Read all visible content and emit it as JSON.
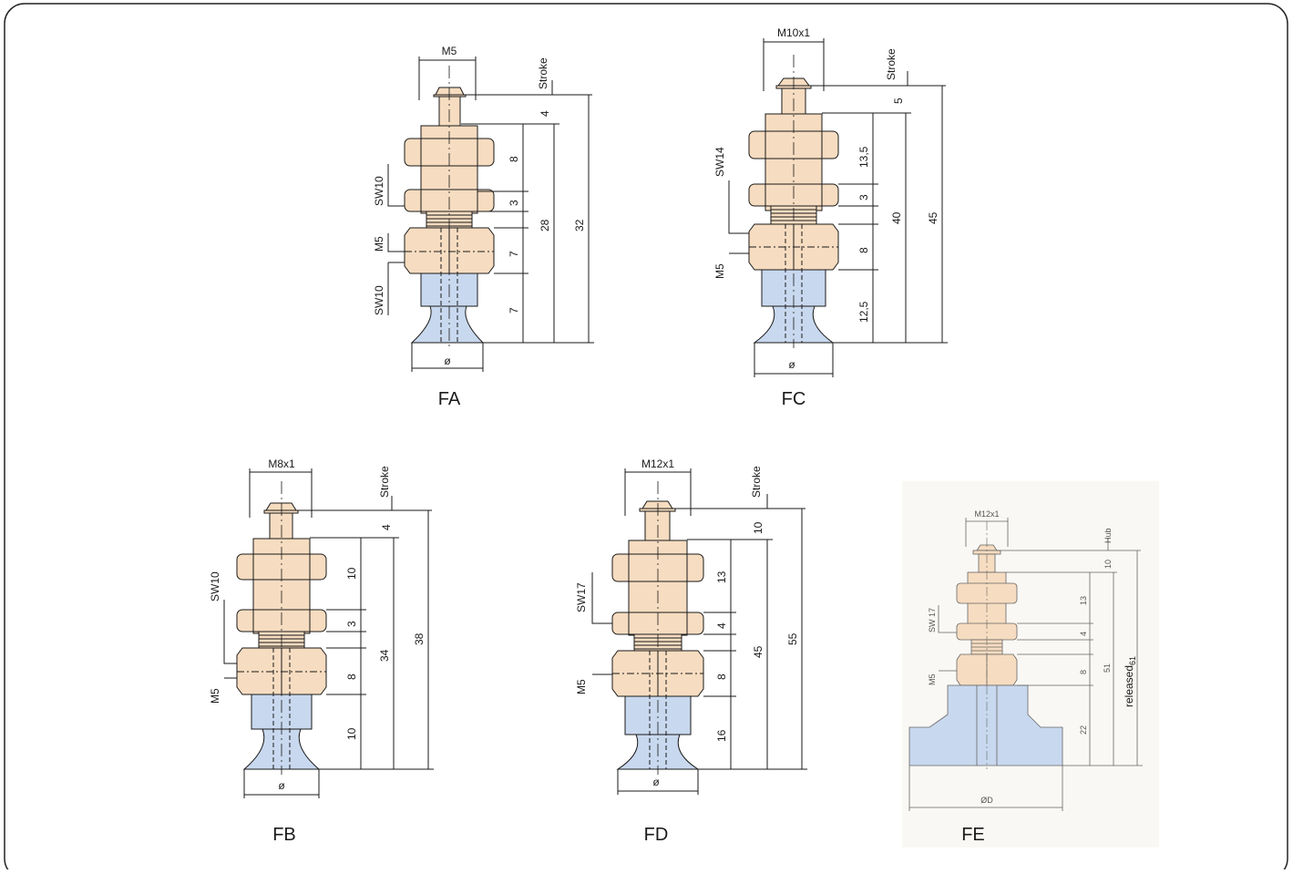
{
  "colors": {
    "brass": "#f6dcc0",
    "rubber": "#c8d8ee",
    "line": "#1a1a1a",
    "panel_bg": "#ffffff",
    "fe_bg": "#f9f8f4"
  },
  "diagrams": [
    {
      "id": "FA",
      "caption": "FA",
      "thread_label": "M5",
      "stroke_label": "Stroke",
      "left_labels": [
        "SW10",
        "M5",
        "SW10"
      ],
      "segments": [
        "4",
        "8",
        "3",
        "7",
        "7"
      ],
      "long_dims": [
        "28",
        "32"
      ],
      "diameter_label": "ø"
    },
    {
      "id": "FC",
      "caption": "FC",
      "thread_label": "M10x1",
      "stroke_label": "Stroke",
      "left_labels": [
        "SW14",
        "M5"
      ],
      "segments": [
        "5",
        "13,5",
        "3",
        "8",
        "12,5"
      ],
      "long_dims": [
        "40",
        "45"
      ],
      "diameter_label": "ø"
    },
    {
      "id": "FB",
      "caption": "FB",
      "thread_label": "M8x1",
      "stroke_label": "Stroke",
      "left_labels": [
        "SW10",
        "M5"
      ],
      "segments": [
        "4",
        "10",
        "3",
        "8",
        "10"
      ],
      "long_dims": [
        "34",
        "38"
      ],
      "diameter_label": "ø"
    },
    {
      "id": "FD",
      "caption": "FD",
      "thread_label": "M12x1",
      "stroke_label": "Stroke",
      "left_labels": [
        "SW17",
        "M5"
      ],
      "segments": [
        "10",
        "13",
        "4",
        "8",
        "16"
      ],
      "long_dims": [
        "45",
        "55"
      ],
      "diameter_label": "ø"
    },
    {
      "id": "FE",
      "caption": "FE",
      "thread_label": "M12x1",
      "stroke_label": "Hub",
      "left_labels": [
        "SW 17",
        "M5"
      ],
      "segments": [
        "10",
        "13",
        "4",
        "8",
        "22"
      ],
      "long_dims": [
        "51",
        "61"
      ],
      "released_label": "released",
      "diameter_label": "ØD"
    }
  ]
}
